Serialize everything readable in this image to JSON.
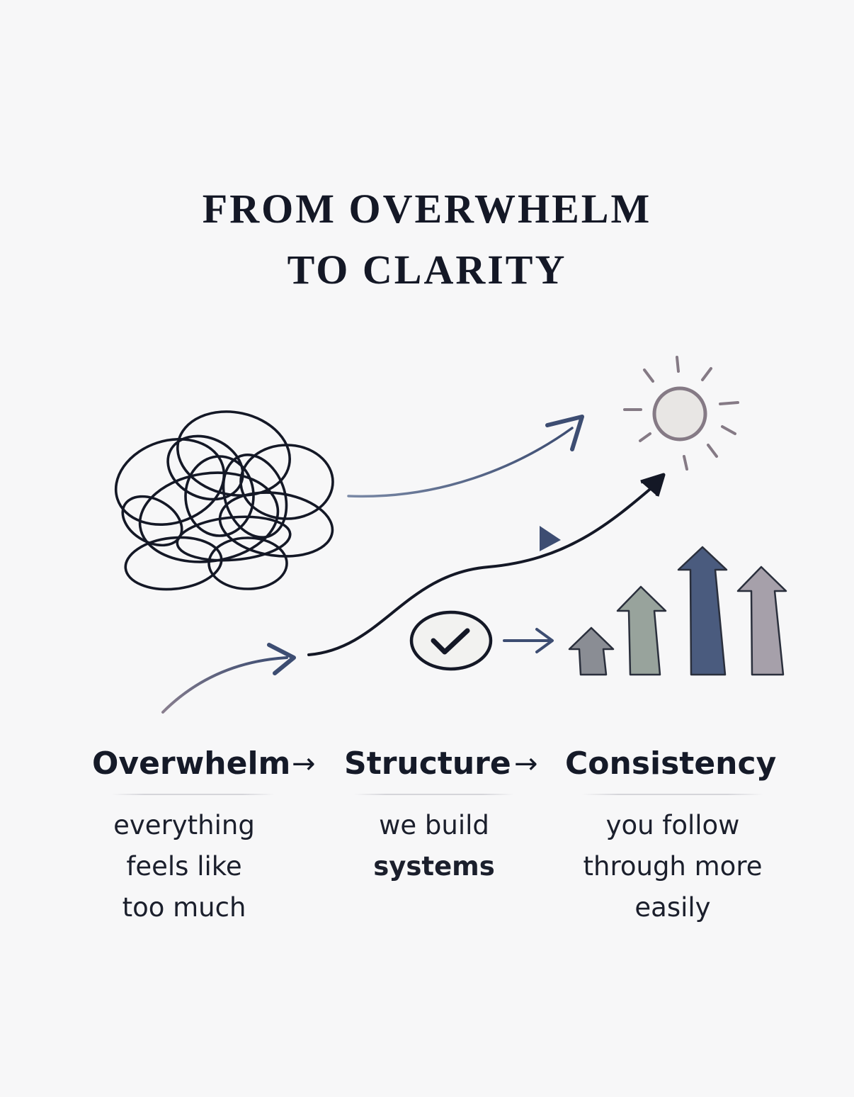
{
  "title": {
    "line1": "FROM OVERWHELM",
    "line2": "TO CLARITY"
  },
  "stages": [
    {
      "label": "Overwhelm",
      "icon": "tangled-scribble-icon",
      "description": [
        "everything",
        "feels like",
        "too much"
      ]
    },
    {
      "label": "Structure",
      "icon": "checkmark-circle-icon",
      "description": [
        "we build",
        "systems"
      ]
    },
    {
      "label": "Consistency",
      "icon": "rising-arrows-icon",
      "description": [
        "you follow",
        "through more",
        "easily"
      ]
    }
  ],
  "connector": "→",
  "colors": {
    "ink": "#141826",
    "navy": "#4a5b7e",
    "slate": "#5a6a8c",
    "sage": "#98a39c",
    "mauve": "#a6a0aa",
    "gray": "#8a8d94",
    "sun": "#e8e6e4",
    "sun_outline": "#857a85"
  }
}
